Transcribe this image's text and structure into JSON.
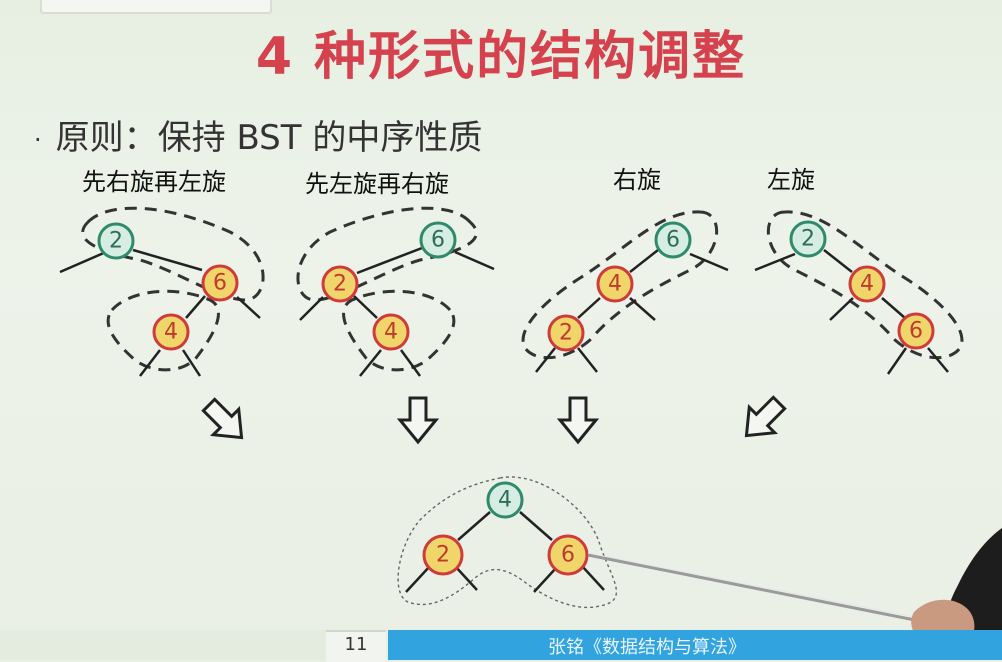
{
  "slide": {
    "title": "4 种形式的结构调整",
    "bullet": "原则：保持 BST 的中序性质"
  },
  "cases": [
    {
      "label": "先右旋再左旋"
    },
    {
      "label": "先左旋再右旋"
    },
    {
      "label": "右旋"
    },
    {
      "label": "左旋"
    }
  ],
  "nodes": {
    "n2": "2",
    "n4": "4",
    "n6": "6"
  },
  "footer": {
    "page_number": "11",
    "course": "张铭《数据结构与算法》"
  },
  "colors": {
    "title_red": "#d5424e",
    "node_teal_fill": "#d6ede4",
    "node_teal_stroke": "#2f8a6c",
    "node_yellow_fill": "#f0d56a",
    "node_red_stroke": "#cf3a3a",
    "footer_blue": "#31a3de"
  }
}
